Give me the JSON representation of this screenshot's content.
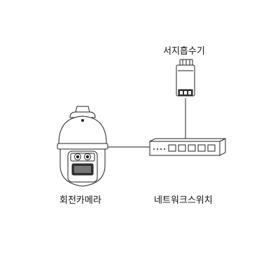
{
  "devices": {
    "surge_protector": {
      "label": "서지흡수기",
      "icon": "surge-protector-icon"
    },
    "camera": {
      "label": "회전카메라",
      "icon": "ptz-dome-camera-icon"
    },
    "switch": {
      "label": "네트워크스위치",
      "icon": "network-switch-icon",
      "ports": 5
    }
  },
  "colors": {
    "stroke": "#222222",
    "background": "#ffffff"
  }
}
